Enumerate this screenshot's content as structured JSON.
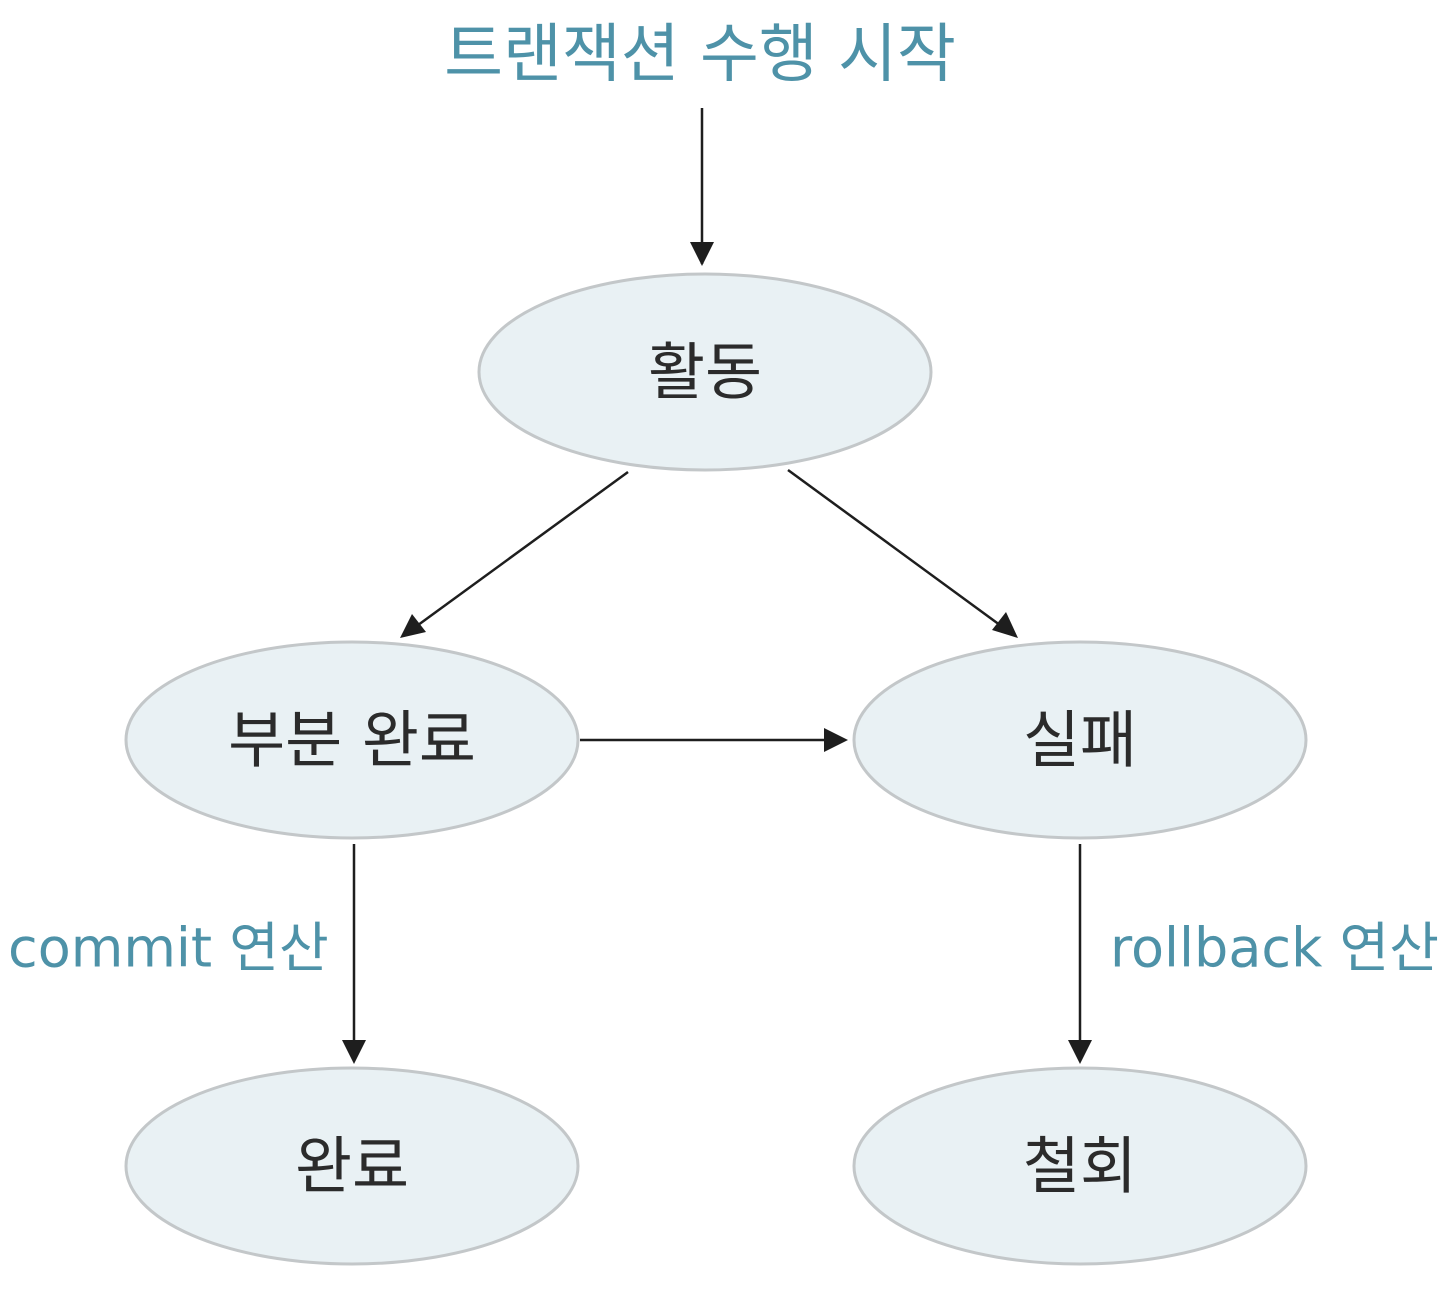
{
  "title": "트랜잭션 수행 시작",
  "nodes": {
    "active": "활동",
    "partially_committed": "부분 완료",
    "failed": "실패",
    "committed": "완료",
    "aborted": "철회"
  },
  "edge_labels": {
    "commit": "commit 연산",
    "rollback": "rollback 연산"
  },
  "colors": {
    "accent_text": "#4e92a8",
    "node_fill": "#e9f1f4",
    "node_stroke": "#c3c7c9",
    "arrow": "#1e1e1e",
    "node_text": "#2b2b2b"
  }
}
